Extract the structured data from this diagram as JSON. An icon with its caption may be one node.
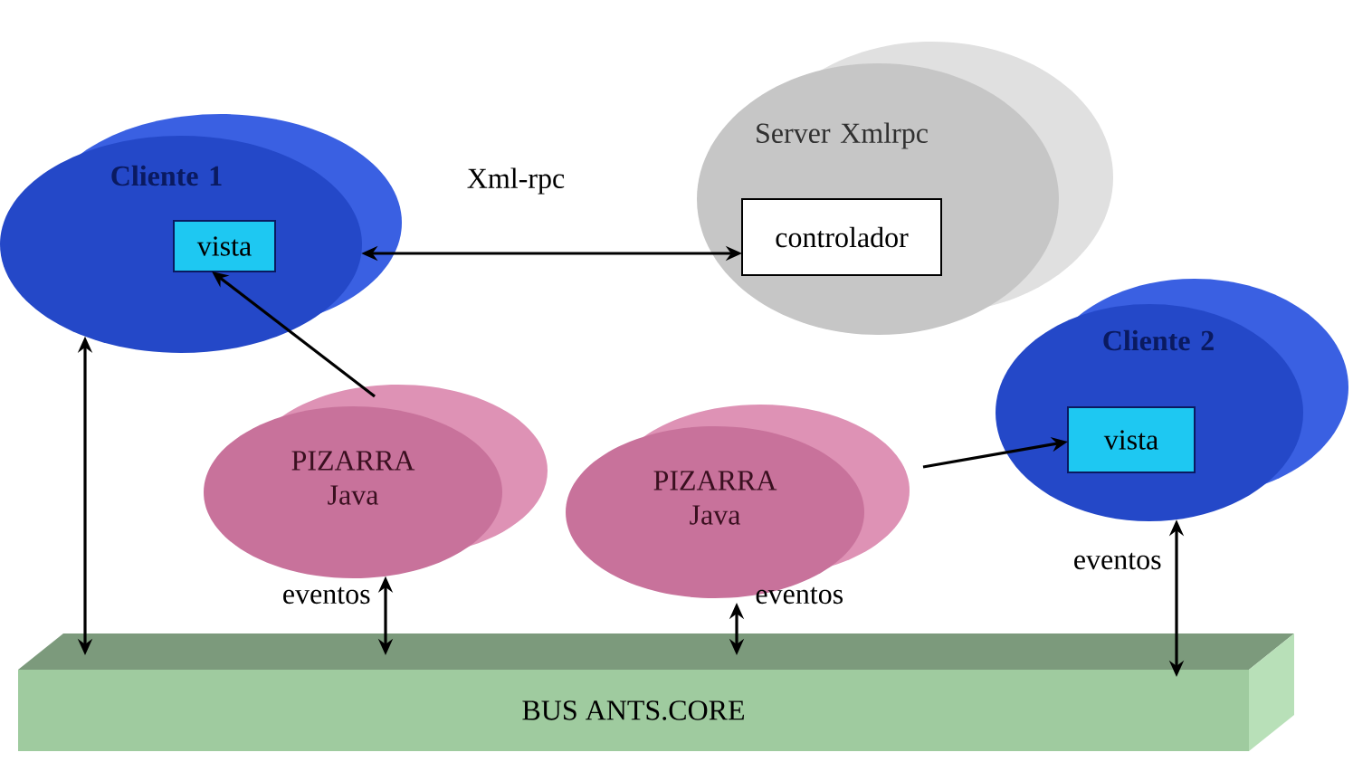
{
  "diagram": {
    "nodes": [
      {
        "text": [
          "Cliente 1"
        ]
      },
      {
        "text": [
          "vista"
        ],
        "in": 0
      },
      {
        "text": [
          "Server Xmlrpc"
        ]
      },
      {
        "text": [
          "controlador"
        ],
        "in": 2
      },
      {
        "text": [
          "Cliente 2"
        ]
      },
      {
        "text": [
          "vista"
        ],
        "in": 4
      },
      {
        "text": [
          "PIZARRA Java"
        ]
      },
      {
        "text": [
          "PIZARRA Java"
        ]
      },
      {
        "text": [
          "BUS ANTS.CORE"
        ]
      }
    ],
    "edges": [
      {
        "from": 0,
        "to": 3,
        "arrow": "both",
        "label": "Xml-rpc"
      },
      {
        "from": 6,
        "to": 1,
        "arrow": "to"
      },
      {
        "from": 7,
        "to": 5,
        "arrow": "to"
      },
      {
        "from": 0,
        "to": 8,
        "arrow": "both"
      },
      {
        "from": 6,
        "to": 8,
        "arrow": "both",
        "label": "eventos"
      },
      {
        "from": 7,
        "to": 8,
        "arrow": "both",
        "label": "eventos"
      },
      {
        "from": 4,
        "to": 8,
        "arrow": "both",
        "label": "eventos"
      }
    ]
  }
}
